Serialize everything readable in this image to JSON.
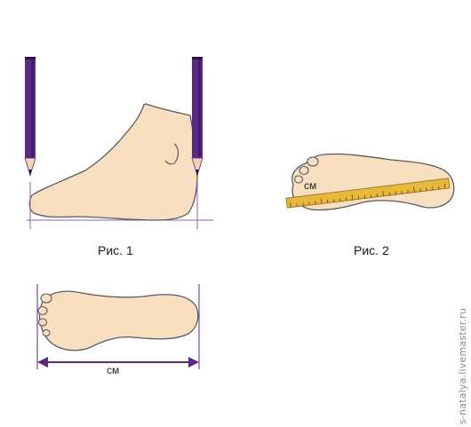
{
  "figure1": {
    "caption": "Рис. 1"
  },
  "figure2": {
    "caption": "Рис. 2",
    "unit_label": "см"
  },
  "figure3": {
    "unit_label": "см"
  },
  "watermark": "s-natalya.livemaster.ru",
  "colors": {
    "foot_fill": "#f8dfc0",
    "foot_stroke": "#5a5a66",
    "pencil_body": "#5a2a86",
    "pencil_dark": "#2d1245",
    "pencil_wood": "#f2d2b0",
    "guide_line": "#8e5fb3",
    "tape_fill": "#e8b83c",
    "tape_stroke": "#8a6a1a",
    "arrow": "#5a2a7a"
  }
}
